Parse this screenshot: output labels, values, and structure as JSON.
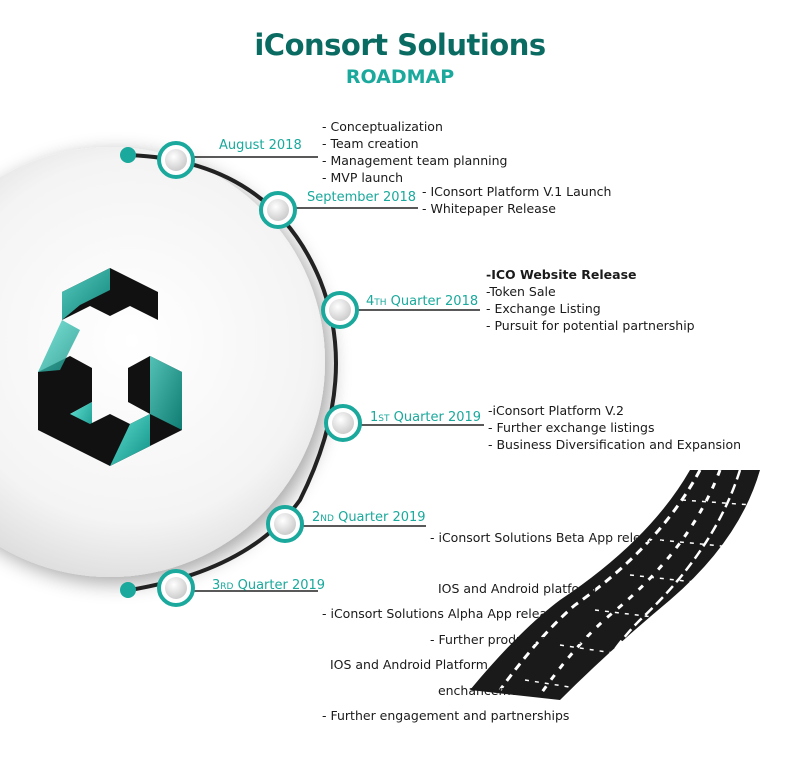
{
  "header": {
    "title": "iConsort Solutions",
    "subtitle": "ROADMAP"
  },
  "colors": {
    "teal": "#1aa99c",
    "teal_dark": "#0a6b62",
    "track": "#222222"
  },
  "milestones": [
    {
      "date_main": "August 2018",
      "items": [
        "- Conceptualization",
        "- Team creation",
        "- Management team planning",
        "- MVP launch"
      ]
    },
    {
      "date_main": "September 2018",
      "items": [
        "- IConsort Platform V.1 Launch",
        "- Whitepaper Release"
      ]
    },
    {
      "date_pre": "4",
      "date_sup": "TH",
      "date_post": " Quarter 2018",
      "items": [
        "-ICO Website Release",
        "-Token Sale",
        "- Exchange Listing",
        "- Pursuit for potential partnership"
      ]
    },
    {
      "date_pre": "1",
      "date_sup": "ST",
      "date_post": " Quarter 2019",
      "items": [
        "-iConsort Platform V.2",
        "- Further exchange listings",
        "- Business Diversification and Expansion"
      ]
    },
    {
      "date_pre": "2",
      "date_sup": "ND",
      "date_post": " Quarter 2019",
      "items": [
        "- iConsort Solutions Beta App release",
        "  IOS and Android platform",
        "- Further product and services",
        "  enchancement"
      ]
    },
    {
      "date_pre": "3",
      "date_sup": "RD",
      "date_post": " Quarter 2019",
      "items": [
        "- iConsort Solutions Alpha App release",
        "  IOS and Android Platform",
        "- Further engagement and partnerships"
      ]
    }
  ]
}
